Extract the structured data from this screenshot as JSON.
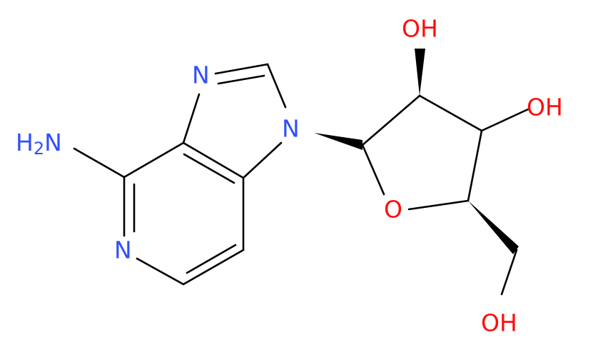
{
  "colors": {
    "bond": "#000000",
    "nitrogen": "#3050F8",
    "oxygen": "#FF0D0D",
    "background": "#FFFFFF"
  },
  "atoms": {
    "amine": {
      "label": "H",
      "subscript": "2",
      "suffix": "N",
      "element": "nitrogen"
    },
    "n_imidazole_top": {
      "label": "N",
      "element": "nitrogen"
    },
    "n_imidazole_glyco": {
      "label": "N",
      "element": "nitrogen"
    },
    "n_pyridine": {
      "label": "N",
      "element": "nitrogen"
    },
    "o_ring": {
      "label": "O",
      "element": "oxygen"
    },
    "oh_2": {
      "label": "OH",
      "element": "oxygen"
    },
    "oh_3": {
      "label": "OH",
      "element": "oxygen"
    },
    "oh_5": {
      "label": "OH",
      "element": "oxygen"
    }
  }
}
